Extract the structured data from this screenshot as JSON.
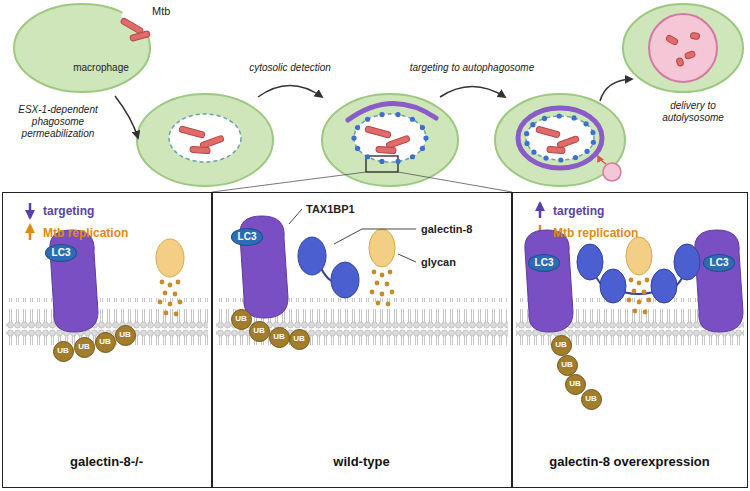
{
  "diagram": {
    "nodes": [
      {
        "text": [
          "targeting",
          "Mtb replication",
          "galectin-8-/-"
        ]
      },
      {
        "text": [
          "LC3"
        ],
        "in": 0
      },
      {
        "text": [
          "UB"
        ],
        "in": 0
      },
      {
        "text": [
          "UB"
        ],
        "in": 0
      },
      {
        "text": [
          "UB"
        ],
        "in": 0
      },
      {
        "text": [
          "UB"
        ],
        "in": 0
      },
      {
        "text": [
          "TAX1BP1",
          "galectin-8",
          "glycan",
          "wild-type"
        ]
      },
      {
        "text": [
          "LC3"
        ],
        "in": 6
      },
      {
        "text": [
          "UB"
        ],
        "in": 6
      },
      {
        "text": [
          "UB"
        ],
        "in": 6
      },
      {
        "text": [
          "UB"
        ],
        "in": 6
      },
      {
        "text": [
          "UB"
        ],
        "in": 6
      },
      {
        "text": [
          "targeting",
          "Mtb replication",
          "galectin-8 overexpression"
        ]
      },
      {
        "text": [
          "LC3"
        ],
        "in": 12
      },
      {
        "text": [
          "UB"
        ],
        "in": 12
      },
      {
        "text": [
          "UB"
        ],
        "in": 12
      },
      {
        "text": [
          "UB"
        ],
        "in": 12
      },
      {
        "text": [
          "UB"
        ],
        "in": 12
      },
      {
        "text": [
          "LC3"
        ],
        "in": 12
      }
    ],
    "labels": [
      "Mtb",
      "macrophage",
      "ESX-1-dependent phagosome permeabilization",
      "cytosolic detection",
      "targeting to autophagosome",
      "delivery to autolysosome"
    ]
  }
}
